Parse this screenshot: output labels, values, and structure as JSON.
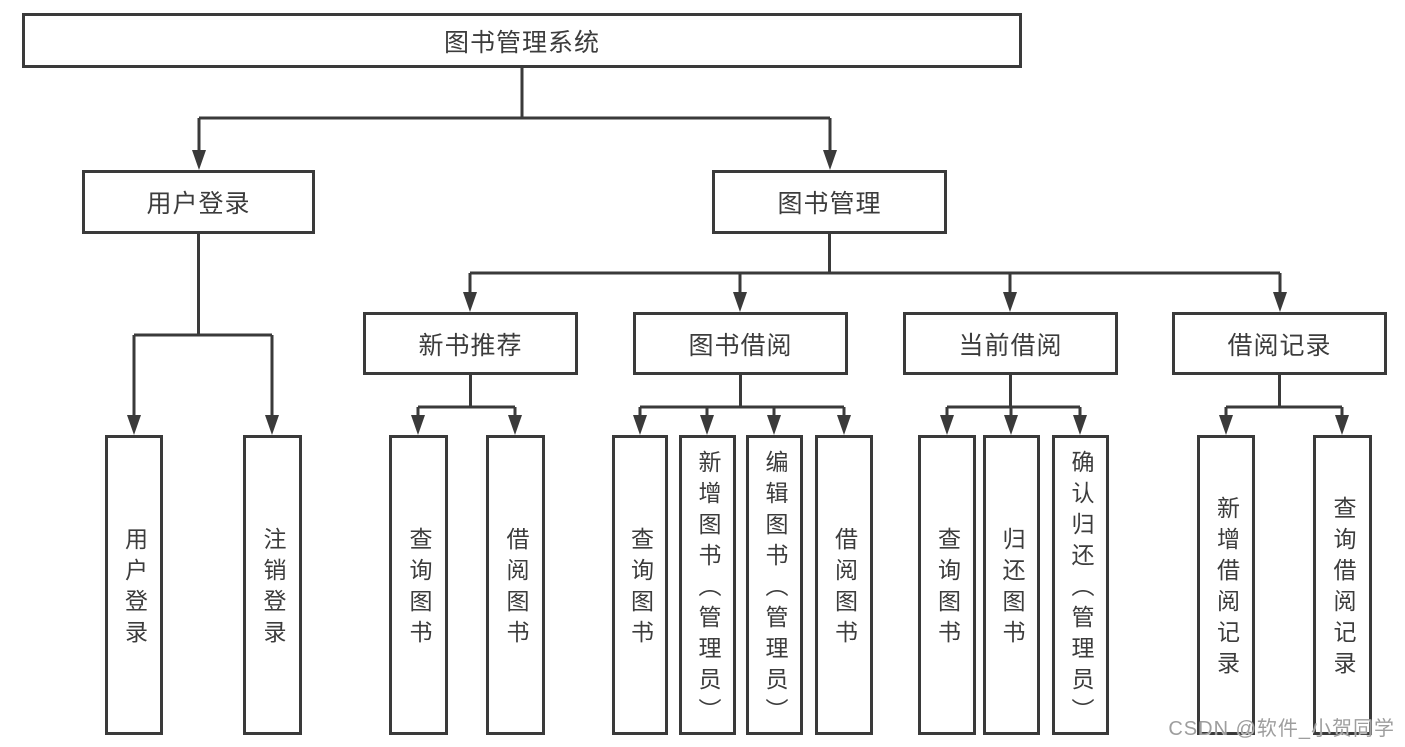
{
  "tree": {
    "root": "图书管理系统",
    "user_login": {
      "label": "用户登录",
      "children": [
        "用户登录",
        "注销登录"
      ]
    },
    "book_mgmt": {
      "label": "图书管理",
      "sections": [
        {
          "label": "新书推荐",
          "children": [
            "查询图书",
            "借阅图书"
          ]
        },
        {
          "label": "图书借阅",
          "children": [
            "查询图书",
            "新增图书（管理员）",
            "编辑图书（管理员）",
            "借阅图书"
          ]
        },
        {
          "label": "当前借阅",
          "children": [
            "查询图书",
            "归还图书",
            "确认归还（管理员）"
          ]
        },
        {
          "label": "借阅记录",
          "children": [
            "新增借阅记录",
            "查询借阅记录"
          ]
        }
      ]
    }
  },
  "watermark": "CSDN @软件_小贺同学",
  "colors": {
    "line": "#3a3a3a",
    "text": "#3c3c3c",
    "watermark": "#9e9e9e",
    "background": "#ffffff"
  }
}
